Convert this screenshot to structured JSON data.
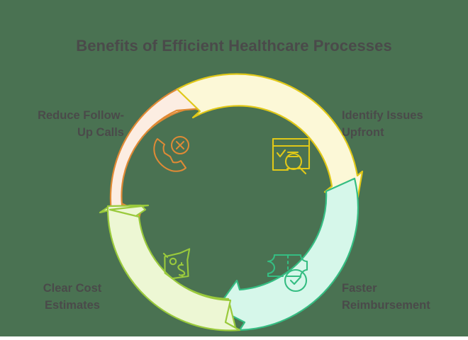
{
  "page": {
    "title": "Benefits of Efficient Healthcare Processes",
    "background_color": "#4a7252",
    "text_color": "#4a4a4a"
  },
  "diagram": {
    "type": "cycle-arrows",
    "segment_count": 4,
    "segments": [
      {
        "id": "reduce-follow-up-calls",
        "label_line1": "Reduce Follow-",
        "label_line2": "Up Calls",
        "position": "top-left",
        "fill_color": "#FCEDE2",
        "stroke_color": "#E08A35",
        "icon": "phone-no-call-icon"
      },
      {
        "id": "identify-issues-upfront",
        "label_line1": "Identify Issues",
        "label_line2": "Upfront",
        "position": "top-right",
        "fill_color": "#FCF8D7",
        "stroke_color": "#E0C818",
        "icon": "document-search-icon"
      },
      {
        "id": "faster-reimbursement",
        "label_line1": "Faster",
        "label_line2": "Reimbursement",
        "position": "bottom-right",
        "fill_color": "#D6F7EA",
        "stroke_color": "#35BD82",
        "icon": "ticket-check-icon"
      },
      {
        "id": "clear-cost-estimates",
        "label_line1": "Clear Cost",
        "label_line2": "Estimates",
        "position": "bottom-left",
        "fill_color": "#EDF7D4",
        "stroke_color": "#9ACA3C",
        "icon": "price-tag-dollar-icon"
      }
    ]
  }
}
